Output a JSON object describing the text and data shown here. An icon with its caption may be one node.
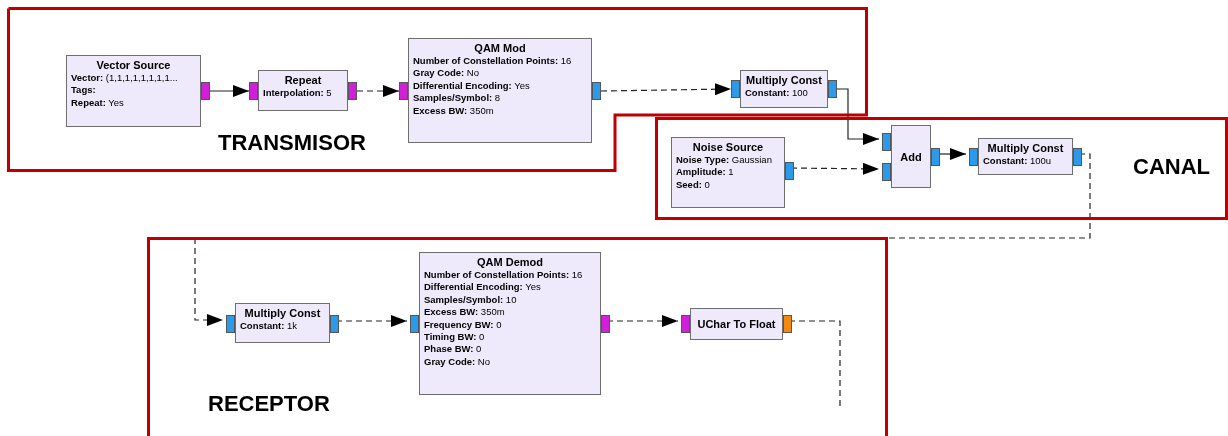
{
  "diagram": {
    "nodes": [
      {
        "text": [
          "TRANSMISOR"
        ]
      },
      {
        "text": [
          "Vector Source",
          "**Vector:** (1,1,1,1,1,1,1,1...",
          "Tags:",
          "**Repeat:** Yes"
        ],
        "in": 0
      },
      {
        "text": [
          "Repeat",
          "**Interpolation:** 5"
        ],
        "in": 0
      },
      {
        "text": [
          "QAM Mod",
          "**Number of Constellation Points:** 16",
          "**Gray Code:** No",
          "**Differential Encoding:** Yes",
          "**Samples/Symbol:** 8",
          "**Excess BW:** 350m"
        ],
        "in": 0
      },
      {
        "text": [
          "Multiply Const",
          "**Constant:** 100"
        ],
        "in": 0
      },
      {
        "text": [
          "CANAL"
        ]
      },
      {
        "text": [
          "Noise Source",
          "**Noise Type:** Gaussian",
          "**Amplitude:** 1",
          "**Seed:** 0"
        ],
        "in": 5
      },
      {
        "text": [
          "Add"
        ],
        "in": 5
      },
      {
        "text": [
          "Multiply Const",
          "**Constant:** 100u"
        ],
        "in": 5
      },
      {
        "text": [
          "RECEPTOR"
        ]
      },
      {
        "text": [
          "Multiply Const",
          "**Constant:** 1k"
        ],
        "in": 9
      },
      {
        "text": [
          "QAM Demod",
          "**Number of Constellation Points:** 16",
          "**Differential Encoding:** Yes",
          "**Samples/Symbol:** 10",
          "**Excess BW:** 350m",
          "**Frequency BW:** 0",
          "**Timing BW:** 0",
          "**Phase BW:** 0",
          "**Gray Code:** No"
        ],
        "in": 9
      },
      {
        "text": [
          "UChar To Float"
        ],
        "in": 9
      }
    ],
    "edges": [
      {
        "from": 1,
        "to": 2,
        "arrow": "to"
      },
      {
        "from": 2,
        "to": 3,
        "arrow": "to",
        "style": "dashed"
      },
      {
        "from": 3,
        "to": 4,
        "arrow": "to",
        "style": "dashed"
      },
      {
        "from": 4,
        "to": 7,
        "arrow": "to"
      },
      {
        "from": 6,
        "to": 7,
        "arrow": "to",
        "style": "dashed"
      },
      {
        "from": 7,
        "to": 8,
        "arrow": "to"
      },
      {
        "from": 8,
        "to": 10,
        "arrow": "to",
        "style": "dashed"
      },
      {
        "from": 10,
        "to": 11,
        "arrow": "to",
        "style": "dashed"
      },
      {
        "from": 11,
        "to": 12,
        "arrow": "to",
        "style": "dashed"
      },
      {
        "from": 12,
        "to": null,
        "arrow": "none",
        "style": "dashed"
      }
    ]
  }
}
